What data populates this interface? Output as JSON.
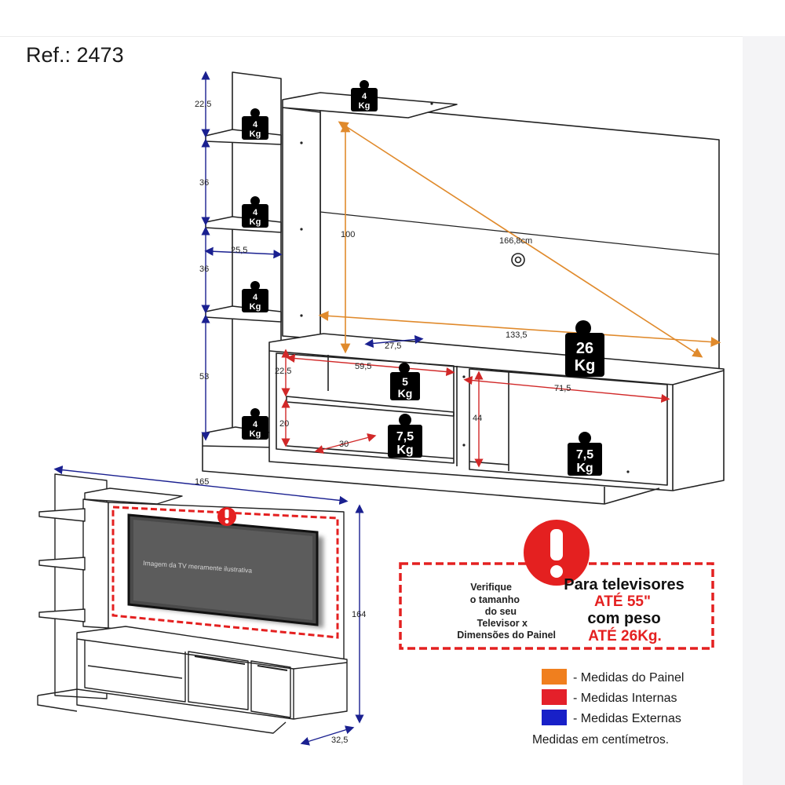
{
  "header": {
    "ref": "Ref.: 2473"
  },
  "dimensions": {
    "top_shelf_gap": "22,5",
    "shelf_gap_1": "36",
    "shelf_gap_2": "36",
    "lower_gap": "53",
    "shelf_depth": "25,5",
    "panel_height": "100",
    "panel_diagonal": "166,8cm",
    "panel_width": "133,5",
    "side_width": "27,5",
    "niche_height": "22,5",
    "niche_width": "59,5",
    "lower_niche_height": "20",
    "lower_niche_width": "30",
    "cabinet_height": "44",
    "cabinet_width": "71,5",
    "total_width": "165",
    "total_height": "164",
    "depth": "32,5"
  },
  "weights": {
    "top": [
      "4",
      "Kg"
    ],
    "shelf1": [
      "4",
      "Kg"
    ],
    "shelf2": [
      "4",
      "Kg"
    ],
    "shelf3": [
      "4",
      "Kg"
    ],
    "base_left": [
      "4",
      "Kg"
    ],
    "tv_panel": [
      "26",
      "Kg"
    ],
    "niche_upper": [
      "5",
      "Kg"
    ],
    "niche_lower": [
      "7,5",
      "Kg"
    ],
    "cabinet": [
      "7,5",
      "Kg"
    ]
  },
  "tv_caption": "Imagem da TV meramente ilustrativa",
  "notice": {
    "left_lines": [
      "Verifique",
      "o tamanho",
      "do seu",
      "Televisor x",
      "Dimensões do Painel"
    ],
    "title": "Para televisores",
    "max_size": "ATÉ 55\"",
    "weight_label": "com peso",
    "max_weight": "ATÉ 26Kg."
  },
  "legend": {
    "items": [
      {
        "label": "- Medidas do Painel",
        "color": "#f07f1e"
      },
      {
        "label": "- Medidas Internas",
        "color": "#e4202a"
      },
      {
        "label": "- Medidas Externas",
        "color": "#1820c8"
      }
    ],
    "note": "Medidas em centímetros."
  },
  "colors": {
    "panel": "#e08a2c",
    "internal": "#d12828",
    "external": "#1a2090",
    "warning": "#e42020"
  }
}
